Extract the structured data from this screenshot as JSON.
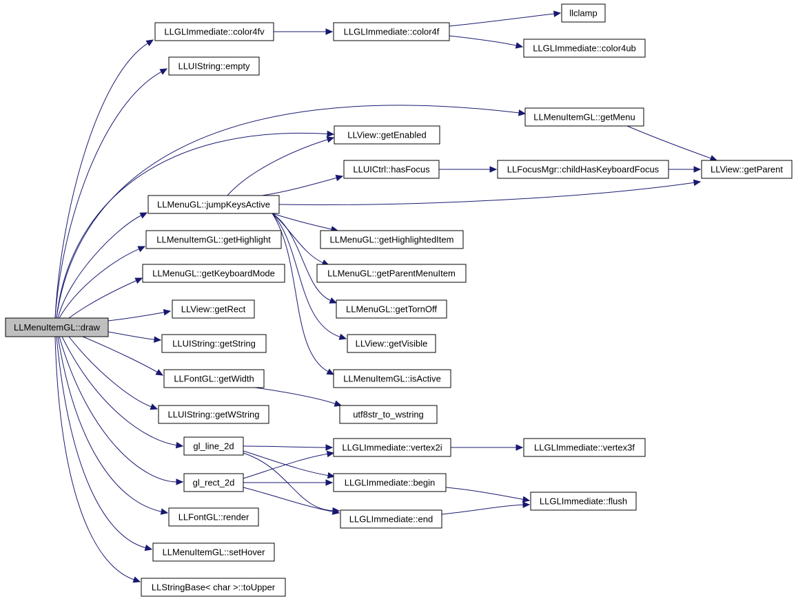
{
  "graph": {
    "nodes": [
      {
        "id": "draw",
        "label": "LLMenuItemGL::draw",
        "root": true
      },
      {
        "id": "color4fv",
        "label": "LLGLImmediate::color4fv"
      },
      {
        "id": "empty",
        "label": "LLUIString::empty"
      },
      {
        "id": "getEnabled",
        "label": "LLView::getEnabled"
      },
      {
        "id": "jumpKeysActive",
        "label": "LLMenuGL::jumpKeysActive"
      },
      {
        "id": "getHighlight",
        "label": "LLMenuItemGL::getHighlight"
      },
      {
        "id": "getKeyboardMode",
        "label": "LLMenuGL::getKeyboardMode"
      },
      {
        "id": "getRect",
        "label": "LLView::getRect"
      },
      {
        "id": "getString",
        "label": "LLUIString::getString"
      },
      {
        "id": "getWidth",
        "label": "LLFontGL::getWidth"
      },
      {
        "id": "getWString",
        "label": "LLUIString::getWString"
      },
      {
        "id": "gl_line_2d",
        "label": "gl_line_2d"
      },
      {
        "id": "gl_rect_2d",
        "label": "gl_rect_2d"
      },
      {
        "id": "render",
        "label": "LLFontGL::render"
      },
      {
        "id": "setHover",
        "label": "LLMenuItemGL::setHover"
      },
      {
        "id": "toUpper",
        "label": "LLStringBase< char >::toUpper"
      },
      {
        "id": "color4f",
        "label": "LLGLImmediate::color4f"
      },
      {
        "id": "llclamp",
        "label": "llclamp"
      },
      {
        "id": "color4ub",
        "label": "LLGLImmediate::color4ub"
      },
      {
        "id": "getMenu",
        "label": "LLMenuItemGL::getMenu"
      },
      {
        "id": "getParent",
        "label": "LLView::getParent"
      },
      {
        "id": "hasFocus",
        "label": "LLUICtrl::hasFocus"
      },
      {
        "id": "childHasKeyboardFocus",
        "label": "LLFocusMgr::childHasKeyboardFocus"
      },
      {
        "id": "getHighlightedItem",
        "label": "LLMenuGL::getHighlightedItem"
      },
      {
        "id": "getParentMenuItem",
        "label": "LLMenuGL::getParentMenuItem"
      },
      {
        "id": "getTornOff",
        "label": "LLMenuGL::getTornOff"
      },
      {
        "id": "getVisible",
        "label": "LLView::getVisible"
      },
      {
        "id": "isActive",
        "label": "LLMenuItemGL::isActive"
      },
      {
        "id": "utf8str_to_wstring",
        "label": "utf8str_to_wstring"
      },
      {
        "id": "vertex2i",
        "label": "LLGLImmediate::vertex2i"
      },
      {
        "id": "vertex3f",
        "label": "LLGLImmediate::vertex3f"
      },
      {
        "id": "begin",
        "label": "LLGLImmediate::begin"
      },
      {
        "id": "flush",
        "label": "LLGLImmediate::flush"
      },
      {
        "id": "end",
        "label": "LLGLImmediate::end"
      }
    ],
    "edges": [
      [
        "draw",
        "color4fv"
      ],
      [
        "draw",
        "empty"
      ],
      [
        "draw",
        "getMenu"
      ],
      [
        "draw",
        "getEnabled"
      ],
      [
        "draw",
        "jumpKeysActive"
      ],
      [
        "draw",
        "getHighlight"
      ],
      [
        "draw",
        "getKeyboardMode"
      ],
      [
        "draw",
        "getRect"
      ],
      [
        "draw",
        "getString"
      ],
      [
        "draw",
        "getWidth"
      ],
      [
        "draw",
        "getWString"
      ],
      [
        "draw",
        "gl_line_2d"
      ],
      [
        "draw",
        "gl_rect_2d"
      ],
      [
        "draw",
        "render"
      ],
      [
        "draw",
        "setHover"
      ],
      [
        "draw",
        "toUpper"
      ],
      [
        "color4fv",
        "color4f"
      ],
      [
        "color4f",
        "llclamp"
      ],
      [
        "color4f",
        "color4ub"
      ],
      [
        "getMenu",
        "getParent"
      ],
      [
        "jumpKeysActive",
        "getEnabled"
      ],
      [
        "jumpKeysActive",
        "hasFocus"
      ],
      [
        "jumpKeysActive",
        "getParent"
      ],
      [
        "jumpKeysActive",
        "getHighlightedItem"
      ],
      [
        "jumpKeysActive",
        "getParentMenuItem"
      ],
      [
        "jumpKeysActive",
        "getTornOff"
      ],
      [
        "jumpKeysActive",
        "getVisible"
      ],
      [
        "jumpKeysActive",
        "isActive"
      ],
      [
        "hasFocus",
        "childHasKeyboardFocus"
      ],
      [
        "childHasKeyboardFocus",
        "getParent"
      ],
      [
        "getWidth",
        "utf8str_to_wstring"
      ],
      [
        "gl_line_2d",
        "vertex2i"
      ],
      [
        "gl_line_2d",
        "begin"
      ],
      [
        "gl_line_2d",
        "end"
      ],
      [
        "gl_rect_2d",
        "vertex2i"
      ],
      [
        "gl_rect_2d",
        "begin"
      ],
      [
        "gl_rect_2d",
        "end"
      ],
      [
        "vertex2i",
        "vertex3f"
      ],
      [
        "begin",
        "flush"
      ],
      [
        "end",
        "flush"
      ]
    ]
  }
}
